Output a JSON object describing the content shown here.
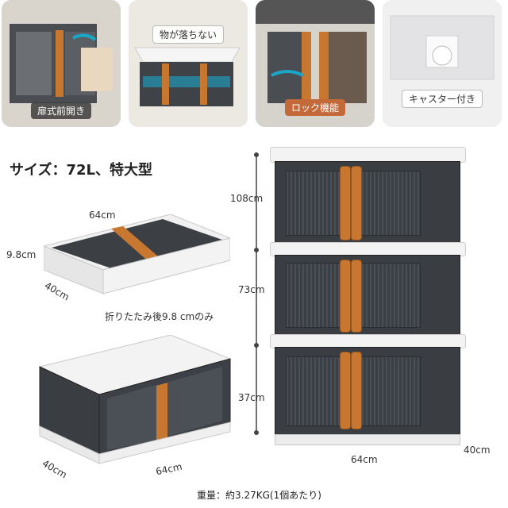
{
  "features": [
    {
      "caption": "扉式前開き",
      "icon": "door-open-illustration"
    },
    {
      "caption": "物が落ちない",
      "icon": "closed-box-illustration"
    },
    {
      "caption": "ロック機能",
      "icon": "lock-handle-illustration"
    },
    {
      "caption": "キャスター付き",
      "icon": "caster-wheel-illustration"
    }
  ],
  "size_title": "サイズ：72L、特大型",
  "folded": {
    "width": "64cm",
    "height": "9.8cm",
    "depth": "40cm",
    "note": "折りたたみ後9.8 cmのみ"
  },
  "stack": {
    "total_height": "108cm",
    "two_height": "73cm",
    "one_height": "37cm",
    "width": "64cm",
    "depth": "40cm"
  },
  "single": {
    "depth": "40cm",
    "width": "64cm"
  },
  "weight_note": "重量：約3.27KG(1個あたり)",
  "colors": {
    "body": "#3a3d42",
    "strap": "#c7772f",
    "lid": "#f3f3f3"
  }
}
